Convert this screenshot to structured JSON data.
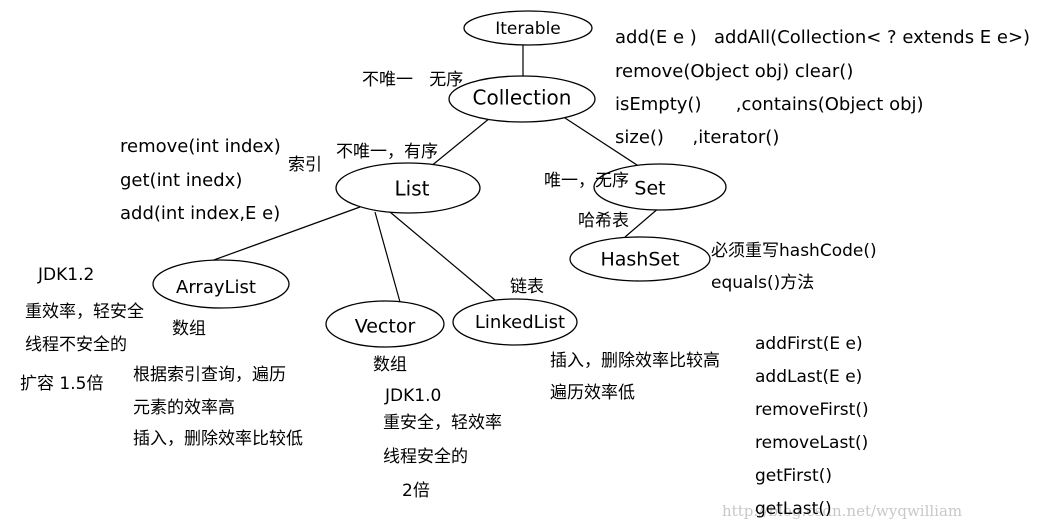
{
  "nodes": {
    "iterable": "Iterable",
    "collection": "Collection",
    "list": "List",
    "set": "Set",
    "hashset": "HashSet",
    "arraylist": "ArrayList",
    "vector": "Vector",
    "linkedlist": "LinkedList"
  },
  "collection_methods": [
    "add(E e )   addAll(Collection< ? extends E e>)",
    "remove(Object obj) clear()",
    "isEmpty()      ,contains(Object obj)",
    "size()     ,iterator()"
  ],
  "collection_note": "不唯一   无序",
  "list_methods": [
    "remove(int index)",
    "get(int inedx)",
    "add(int index,E e)"
  ],
  "list_index_note": "索引",
  "list_note": "不唯一，有序",
  "set_note": "唯一，无序",
  "hash_table_note": "哈希表",
  "hashset_notes": [
    "必须重写hashCode()",
    "equals()方法"
  ],
  "arraylist_info": [
    "JDK1.2",
    "重效率，轻安全",
    "线程不安全的",
    "扩容 1.5倍"
  ],
  "arraylist_array": "数组",
  "arraylist_features": [
    "根据索引查询，遍历",
    "元素的效率高",
    "插入，删除效率比较低"
  ],
  "vector_array": "数组",
  "vector_info": [
    "JDK1.0",
    "重安全，轻效率",
    "线程安全的",
    "2倍"
  ],
  "linkedlist_label": "链表",
  "linkedlist_features": [
    "插入，删除效率比较高",
    "遍历效率低"
  ],
  "linkedlist_methods": [
    "addFirst(E e)",
    "addLast(E e)",
    "removeFirst()",
    "removeLast()",
    "getFirst()",
    "getLast()"
  ],
  "watermark": "http://blog.csdn.net/wyqwilliam"
}
